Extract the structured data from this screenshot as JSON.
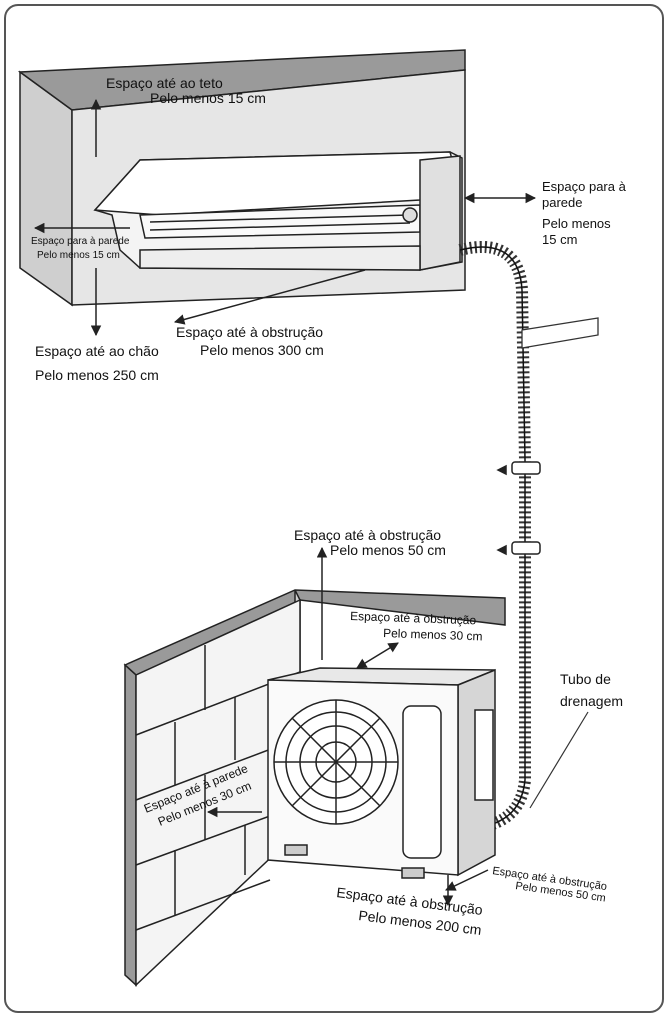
{
  "colors": {
    "stroke": "#222222",
    "wall_fill": "#e6e6e6",
    "wall_top": "#9a9a9a",
    "pipe": "#333333"
  },
  "indoor": {
    "ceiling_line1": "Espaço até ao teto",
    "ceiling_line2": "Pelo menos 15 cm",
    "right_wall_line1": "Espaço para à",
    "right_wall_line2": "parede",
    "right_wall_line3": "Pelo menos",
    "right_wall_line4": "15 cm",
    "left_wall_line1": "Espaço para à parede",
    "left_wall_line2": "Pelo menos 15 cm",
    "floor_line1": "Espaço até ao chão",
    "floor_line2": "Pelo menos 250 cm",
    "obstruction_line1": "Espaço até à obstrução",
    "obstruction_line2": "Pelo menos 300 cm"
  },
  "outdoor": {
    "top_line1": "Espaço até à obstrução",
    "top_line2": "Pelo menos 50 cm",
    "back_line1": "Espaço até à obstrução",
    "back_line2": "Pelo menos 30 cm",
    "drain_line1": "Tubo de",
    "drain_line2": "drenagem",
    "wall_line1": "Espaço até à parede",
    "wall_line2": "Pelo menos 30 cm",
    "right_line1": "Espaço até à obstrução",
    "right_line2": "Pelo menos 50 cm",
    "front_line1": "Espaço até à obstrução",
    "front_line2": "Pelo menos 200 cm"
  }
}
